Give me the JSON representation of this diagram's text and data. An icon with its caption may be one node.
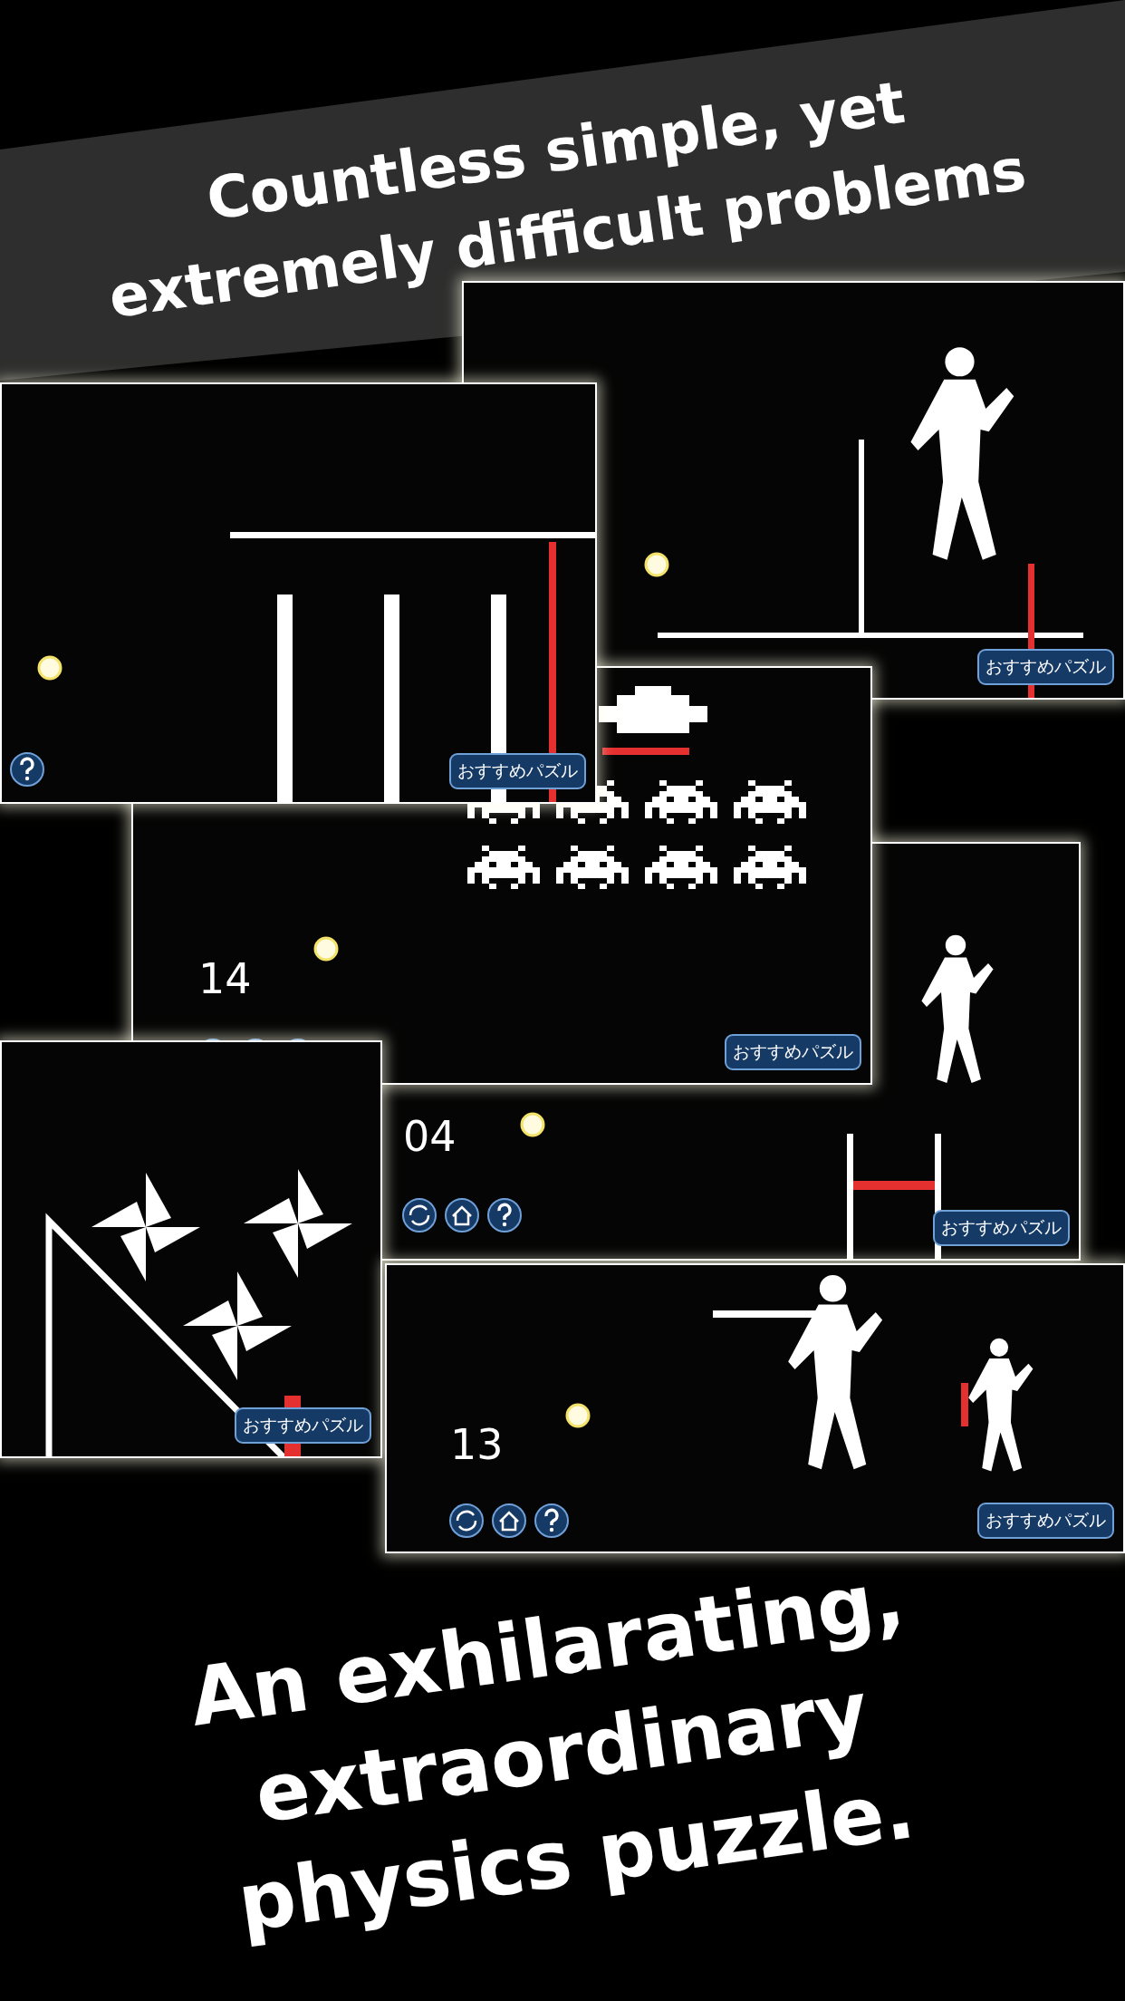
{
  "diagram": {
    "title": "Countless simple, yet extremely difficult problems",
    "caption": "An exhilarating, extraordinary physics puzzle.",
    "labels": [
      "おすすめパズル",
      "おすすめパズル",
      "14",
      "おすすめパズル",
      "04",
      "おすすめパズル",
      "おすすめパズル",
      "13",
      "おすすめパズル"
    ]
  }
}
